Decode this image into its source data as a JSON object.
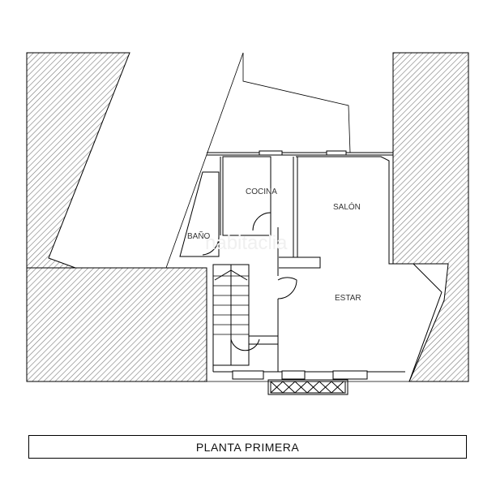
{
  "rooms": {
    "cocina": "COCINA",
    "salon": "SALÓN",
    "bano": "BAÑO",
    "estar": "ESTAR"
  },
  "watermark": "habitaclia",
  "title": "PLANTA PRIMERA"
}
